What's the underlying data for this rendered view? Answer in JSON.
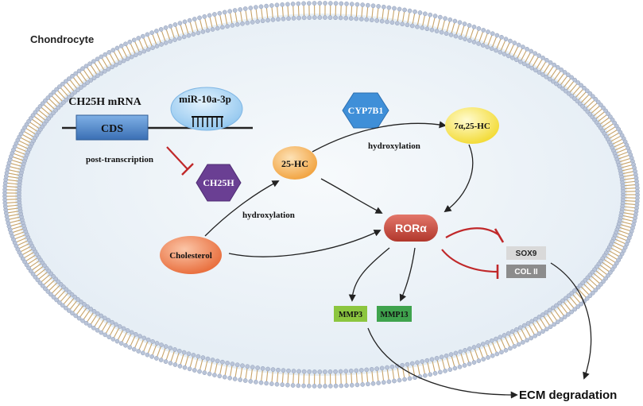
{
  "cell": {
    "label": "Chondrocyte"
  },
  "mrna": {
    "label": "CH25H mRNA",
    "cds_label": "CDS"
  },
  "mirna": {
    "label": "miR-10a-3p"
  },
  "post_transcription": {
    "label": "post-transcription"
  },
  "ch25h": {
    "label": "CH25H"
  },
  "cyp7b1": {
    "label": "CYP7B1"
  },
  "hc25": {
    "label": "25-HC"
  },
  "hc7a25": {
    "label": "7α,25-HC"
  },
  "hydroxylation_top": {
    "label": "hydroxylation"
  },
  "hydroxylation_bottom": {
    "label": "hydroxylation"
  },
  "cholesterol": {
    "label": "Cholesterol"
  },
  "rora": {
    "label": "RORα"
  },
  "sox9": {
    "label": "SOX9"
  },
  "col2": {
    "label": "COL II"
  },
  "mmp3": {
    "label": "MMP3"
  },
  "mmp13": {
    "label": "MMP13"
  },
  "ecm": {
    "label": "ECM degradation"
  },
  "colors": {
    "cytoplasm": "#eaf1f7",
    "head": "#b9c4d8",
    "tail": "#c8a46a",
    "inhibit": "#c0282a",
    "mrna_box": "#4f86c6",
    "mirna": "#a9d4f2",
    "ch25h": "#6a3f93",
    "cyp7b1": "#3f8fd8",
    "hc25": "#f6b25a",
    "hc7a25": "#f7e560",
    "cholesterol": "#f08a5d",
    "rora": "#c94a3f",
    "sox9": "#d9d9d9",
    "col2": "#8c8c8c",
    "mmp3": "#8cc63f",
    "mmp13": "#3fa34d"
  }
}
